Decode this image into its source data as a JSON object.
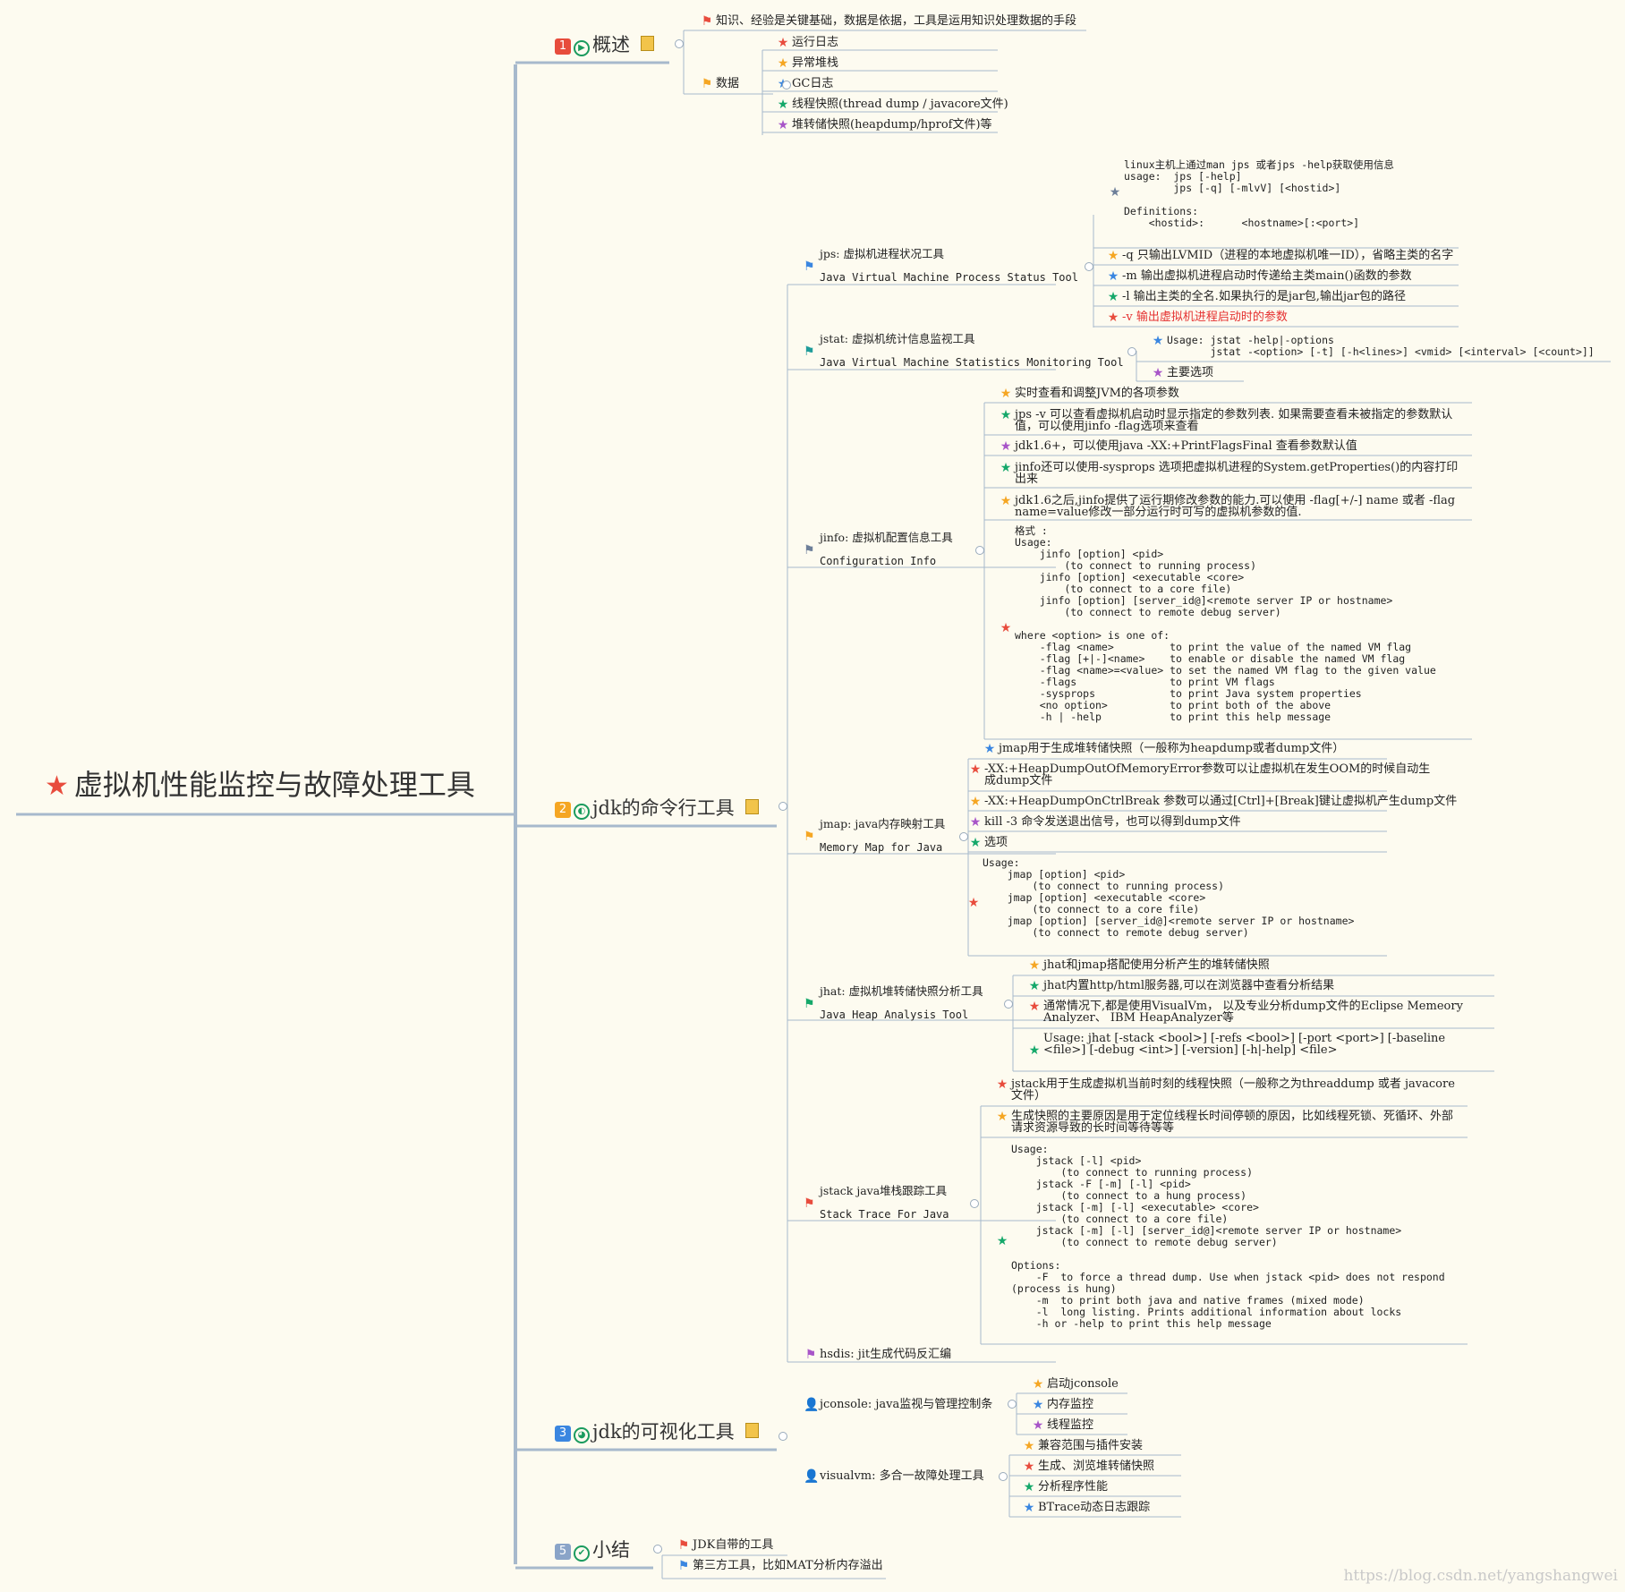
{
  "root": "虚拟机性能监控与故障处理工具",
  "sections": [
    {
      "num": "1",
      "title": "概述",
      "num_color": "#e74c3c",
      "prog": "▶"
    },
    {
      "num": "2",
      "title": "jdk的命令行工具",
      "num_color": "#f5a623",
      "prog": "◐"
    },
    {
      "num": "3",
      "title": "jdk的可视化工具",
      "num_color": "#3a86e0",
      "prog": "◕"
    },
    {
      "num": "5",
      "title": "小结",
      "num_color": "#8aa4c8",
      "prog": "✔"
    }
  ],
  "overview": {
    "knowledge": "知识、经验是关键基础，数据是依据，工具是运用知识处理数据的手段",
    "data_label": "数据",
    "data_items": [
      "运行日志",
      "异常堆栈",
      "GC日志",
      "线程快照(thread dump / javacore文件)",
      "堆转储快照(heapdump/hprof文件)等"
    ]
  },
  "jps": {
    "name": "jps: 虚拟机进程状况工具",
    "full": "Java Virtual Machine Process Status Tool",
    "usage": "linux主机上通过man jps 或者jps -help获取使用信息\nusage:  jps [-help]\n        jps [-q] [-mlvV] [<hostid>]\n\nDefinitions:\n    <hostid>:      <hostname>[:<port>]",
    "opts": [
      "-q 只输出LVMID（进程的本地虚拟机唯一ID），省略主类的名字",
      "-m 输出虚拟机进程启动时传递给主类main()函数的参数",
      "-l 输出主类的全名.如果执行的是jar包,输出jar包的路径",
      "-v 输出虚拟机进程启动时的参数"
    ]
  },
  "jstat": {
    "name": "jstat: 虚拟机统计信息监视工具",
    "full": "Java Virtual Machine Statistics Monitoring Tool",
    "usage": "Usage: jstat -help|-options\n       jstat -<option> [-t] [-h<lines>] <vmid> [<interval> [<count>]]",
    "main_opts": "主要选项"
  },
  "jinfo": {
    "name": "jinfo: 虚拟机配置信息工具",
    "full": "Configuration Info",
    "items": [
      "实时查看和调整JVM的各项参数",
      "jps -v 可以查看虚拟机启动时显示指定的参数列表. 如果需要查看未被指定的参数默认值，可以使用jinfo -flag选项来查看",
      "jdk1.6+，可以使用java -XX:+PrintFlagsFinal 查看参数默认值",
      "jinfo还可以使用-sysprops 选项把虚拟机进程的System.getProperties()的内容打印出来",
      "jdk1.6之后,jinfo提供了运行期修改参数的能力.可以使用 -flag[+/-] name 或者 -flag  name=value修改一部分运行时可写的虚拟机参数的值."
    ],
    "usage": "格式 :\nUsage:\n    jinfo [option] <pid>\n        (to connect to running process)\n    jinfo [option] <executable <core>\n        (to connect to a core file)\n    jinfo [option] [server_id@]<remote server IP or hostname>\n        (to connect to remote debug server)\n\nwhere <option> is one of:\n    -flag <name>         to print the value of the named VM flag\n    -flag [+|-]<name>    to enable or disable the named VM flag\n    -flag <name>=<value> to set the named VM flag to the given value\n    -flags               to print VM flags\n    -sysprops            to print Java system properties\n    <no option>          to print both of the above\n    -h | -help           to print this help message"
  },
  "jmap": {
    "name": "jmap: java内存映射工具",
    "full": "Memory Map for Java",
    "items": [
      "jmap用于生成堆转储快照（一般称为heapdump或者dump文件）",
      "-XX:+HeapDumpOutOfMemoryError参数可以让虚拟机在发生OOM的时候自动生成dump文件",
      "-XX:+HeapDumpOnCtrlBreak 参数可以通过[Ctrl]+[Break]键让虚拟机产生dump文件",
      "kill -3 命令发送退出信号，也可以得到dump文件",
      "选项"
    ],
    "usage": "Usage:\n    jmap [option] <pid>\n        (to connect to running process)\n    jmap [option] <executable <core>\n        (to connect to a core file)\n    jmap [option] [server_id@]<remote server IP or hostname>\n        (to connect to remote debug server)"
  },
  "jhat": {
    "name": "jhat: 虚拟机堆转储快照分析工具",
    "full": "Java Heap Analysis Tool",
    "items": [
      "jhat和jmap搭配使用分析产生的堆转储快照",
      "jhat内置http/html服务器,可以在浏览器中查看分析结果",
      "通常情况下,都是使用VisualVm， 以及专业分析dump文件的Eclipse Memeory Analyzer、 IBM HeapAnalyzer等",
      "Usage:  jhat [-stack <bool>] [-refs <bool>] [-port <port>] [-baseline <file>] [-debug <int>] [-version] [-h|-help] <file>"
    ]
  },
  "jstack": {
    "name": "jstack java堆栈跟踪工具",
    "full": "Stack Trace For Java",
    "items": [
      "jstack用于生成虚拟机当前时刻的线程快照（一般称之为threaddump 或者 javacore文件）",
      "生成快照的主要原因是用于定位线程长时间停顿的原因，比如线程死锁、死循环、外部请求资源导致的长时间等待等等"
    ],
    "usage": "Usage:\n    jstack [-l] <pid>\n        (to connect to running process)\n    jstack -F [-m] [-l] <pid>\n        (to connect to a hung process)\n    jstack [-m] [-l] <executable> <core>\n        (to connect to a core file)\n    jstack [-m] [-l] [server_id@]<remote server IP or hostname>\n        (to connect to remote debug server)\n\nOptions:\n    -F  to force a thread dump. Use when jstack <pid> does not respond\n(process is hung)\n    -m  to print both java and native frames (mixed mode)\n    -l  long listing. Prints additional information about locks\n    -h or -help to print this help message"
  },
  "hsdis": "hsdis: jit生成代码反汇编",
  "jconsole": {
    "name": "jconsole: java监视与管理控制条",
    "items": [
      "启动jconsole",
      "内存监控",
      "线程监控"
    ]
  },
  "visualvm": {
    "name": "visualvm: 多合一故障处理工具",
    "items": [
      "兼容范围与插件安装",
      "生成、浏览堆转储快照",
      "分析程序性能",
      "BTrace动态日志跟踪"
    ]
  },
  "summary": [
    "JDK自带的工具",
    "第三方工具，比如MAT分析内存溢出"
  ],
  "watermark": "https://blog.csdn.net/yangshangwei",
  "icons": {
    "star": "★",
    "flag": "⚑",
    "person": "👤"
  },
  "colors": {
    "line": "#9fb3c8",
    "root_star": "#e84c3d"
  }
}
